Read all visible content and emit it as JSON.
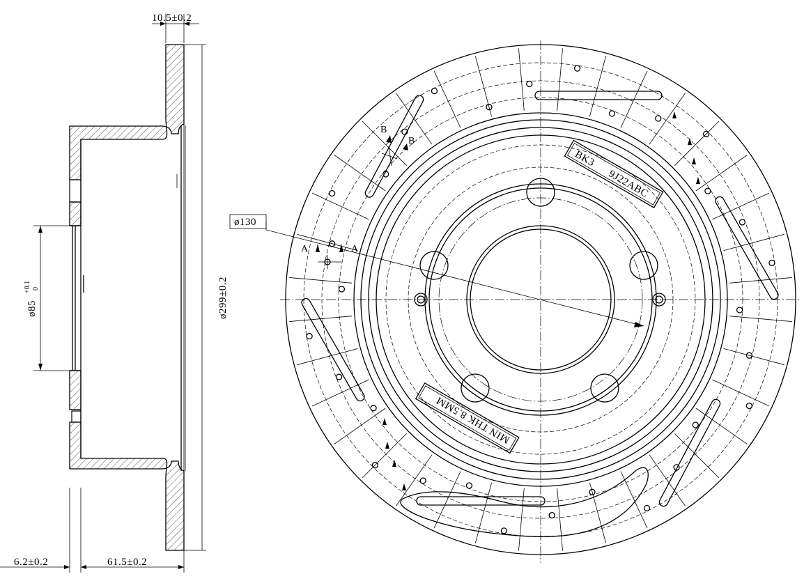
{
  "dimensions": {
    "hat_thickness": "10.5±0.2",
    "bore_main": "ø85",
    "bore_tol_upper": "+0.1",
    "bore_tol_lower": "0",
    "outer_diameter": "ø299±0.2",
    "flange_thickness": "6.2±0.2",
    "overall_height": "61.5±0.2",
    "pcd": "ø130"
  },
  "stamps": {
    "brand_code": "BK3",
    "part_code": "9J22ABC",
    "min_thickness": "MIN THK 8.5MM"
  },
  "section_marks": {
    "section_a": "A",
    "section_b": "B"
  }
}
